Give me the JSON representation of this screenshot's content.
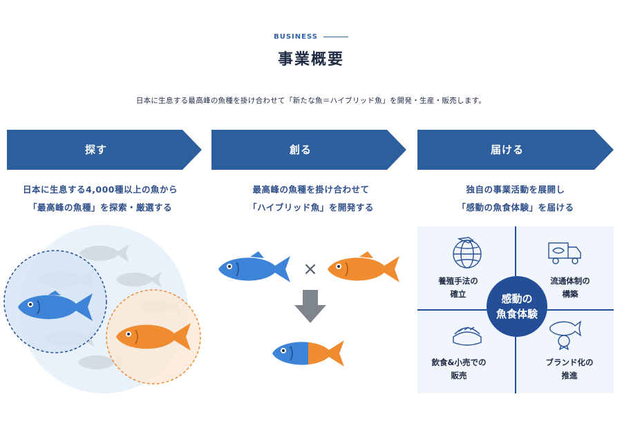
{
  "header": {
    "eyebrow": "BUSINESS",
    "title": "事業概要",
    "lead": "日本に生息する最高峰の魚種を掛け合わせて「新たな魚＝ハイブリッド魚」を開発・生産・販売します。"
  },
  "steps": [
    {
      "label": "探す",
      "desc_line1": "日本に生息する4,000種以上の魚から",
      "desc_line2": "「最高峰の魚種」を探索・厳選する"
    },
    {
      "label": "創る",
      "desc_line1": "最高峰の魚種を掛け合わせて",
      "desc_line2": "「ハイブリッド魚」を開発する"
    },
    {
      "label": "届ける",
      "desc_line1": "独自の事業活動を展開し",
      "desc_line2": "「感動の魚食体験」を届ける"
    }
  ],
  "diagram": {
    "center_line1": "感動の",
    "center_line2": "魚食体験",
    "quadrants": [
      {
        "line1": "養殖手法の",
        "line2": "確立",
        "icon": "globe-fish-icon"
      },
      {
        "line1": "流通体制の",
        "line2": "構築",
        "icon": "truck-icon"
      },
      {
        "line1": "飲食&小売での",
        "line2": "販売",
        "icon": "sushi-icon"
      },
      {
        "line1": "ブランド化の",
        "line2": "推進",
        "icon": "fish-badge-icon"
      }
    ]
  },
  "colors": {
    "primary": "#2d5f9e",
    "navy": "#244f96",
    "blue_fish": "#3d84d8",
    "orange_fish": "#ef8c2f",
    "light_panel": "#f1f6fc"
  }
}
